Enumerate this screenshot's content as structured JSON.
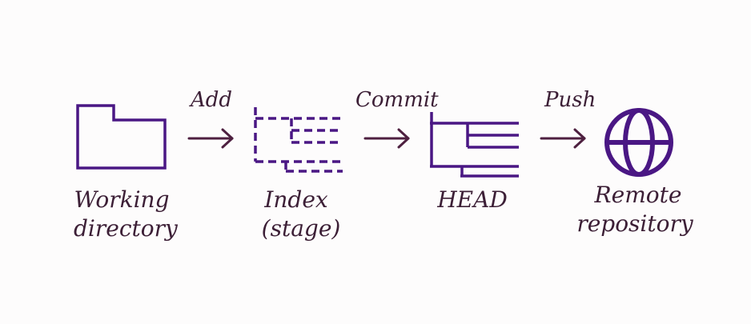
{
  "colors": {
    "icon_stroke": "#4a1784",
    "arrow_stroke": "#4e2040",
    "text": "#3c1f36",
    "background": "#fdfcfc"
  },
  "nodes": [
    {
      "icon": "folder-icon",
      "label_line1": "Working",
      "label_line2": "directory"
    },
    {
      "icon": "dashed-tree-icon",
      "label_line1": "Index",
      "label_line2": "(stage)"
    },
    {
      "icon": "tree-icon",
      "label_line1": "HEAD"
    },
    {
      "icon": "globe-icon",
      "label_line1": "Remote",
      "label_line2": "repository"
    }
  ],
  "edges": [
    {
      "label": "Add"
    },
    {
      "label": "Commit"
    },
    {
      "label": "Push"
    }
  ]
}
